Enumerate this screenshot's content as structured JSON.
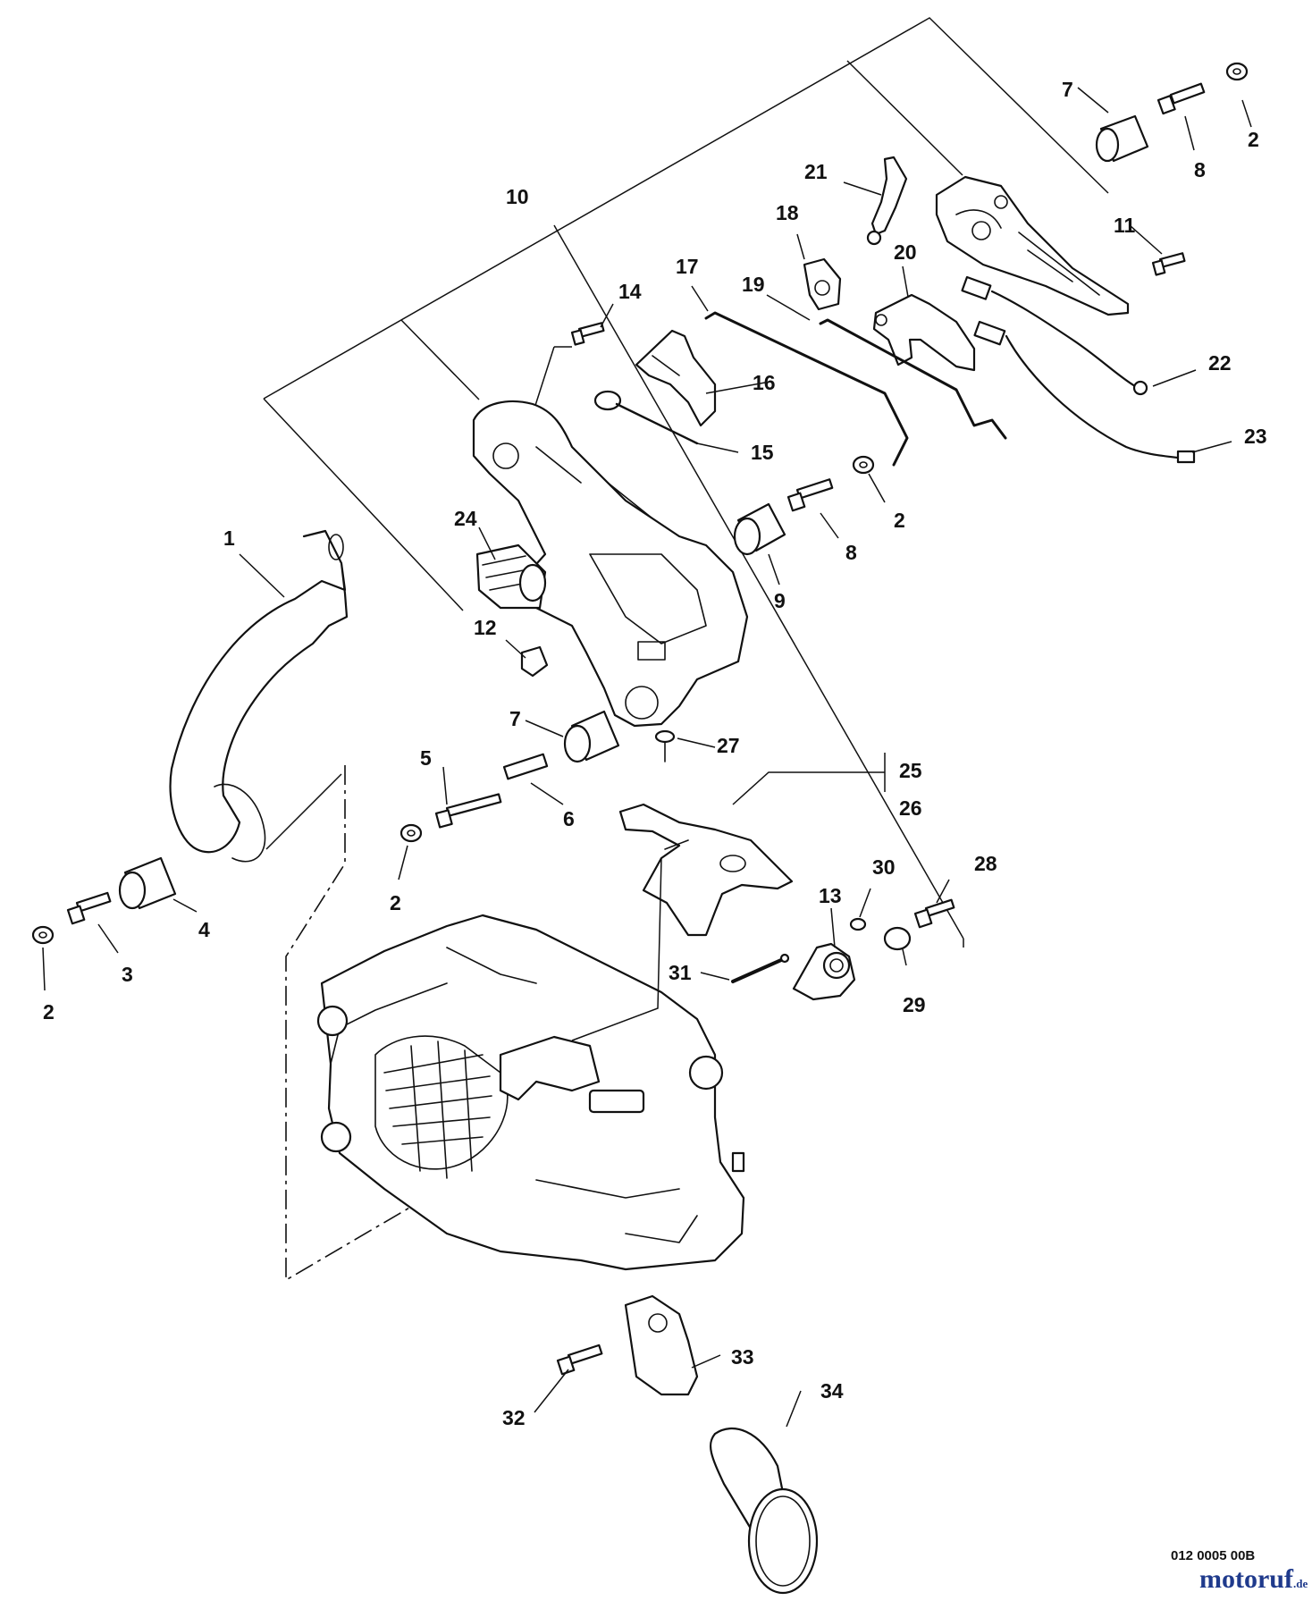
{
  "diagram": {
    "callouts": [
      {
        "id": "c1",
        "text": "1"
      },
      {
        "id": "c2a",
        "text": "2"
      },
      {
        "id": "c2b",
        "text": "2"
      },
      {
        "id": "c2c",
        "text": "2"
      },
      {
        "id": "c2d",
        "text": "2"
      },
      {
        "id": "c3",
        "text": "3"
      },
      {
        "id": "c4",
        "text": "4"
      },
      {
        "id": "c5",
        "text": "5"
      },
      {
        "id": "c6",
        "text": "6"
      },
      {
        "id": "c7a",
        "text": "7"
      },
      {
        "id": "c7b",
        "text": "7"
      },
      {
        "id": "c8a",
        "text": "8"
      },
      {
        "id": "c8b",
        "text": "8"
      },
      {
        "id": "c9",
        "text": "9"
      },
      {
        "id": "c10",
        "text": "10"
      },
      {
        "id": "c11",
        "text": "11"
      },
      {
        "id": "c12",
        "text": "12"
      },
      {
        "id": "c13",
        "text": "13"
      },
      {
        "id": "c14",
        "text": "14"
      },
      {
        "id": "c15",
        "text": "15"
      },
      {
        "id": "c16",
        "text": "16"
      },
      {
        "id": "c17",
        "text": "17"
      },
      {
        "id": "c18",
        "text": "18"
      },
      {
        "id": "c19",
        "text": "19"
      },
      {
        "id": "c20",
        "text": "20"
      },
      {
        "id": "c21",
        "text": "21"
      },
      {
        "id": "c22",
        "text": "22"
      },
      {
        "id": "c23",
        "text": "23"
      },
      {
        "id": "c24",
        "text": "24"
      },
      {
        "id": "c25",
        "text": "25"
      },
      {
        "id": "c26",
        "text": "26"
      },
      {
        "id": "c27",
        "text": "27"
      },
      {
        "id": "c28",
        "text": "28"
      },
      {
        "id": "c29",
        "text": "29"
      },
      {
        "id": "c30",
        "text": "30"
      },
      {
        "id": "c31",
        "text": "31"
      },
      {
        "id": "c32",
        "text": "32"
      },
      {
        "id": "c33",
        "text": "33"
      },
      {
        "id": "c34",
        "text": "34"
      }
    ],
    "footer_code": "012 0005 00B",
    "watermark": {
      "name": "motoruf",
      "suffix": ".de",
      "color": "#1f3a8c"
    }
  }
}
